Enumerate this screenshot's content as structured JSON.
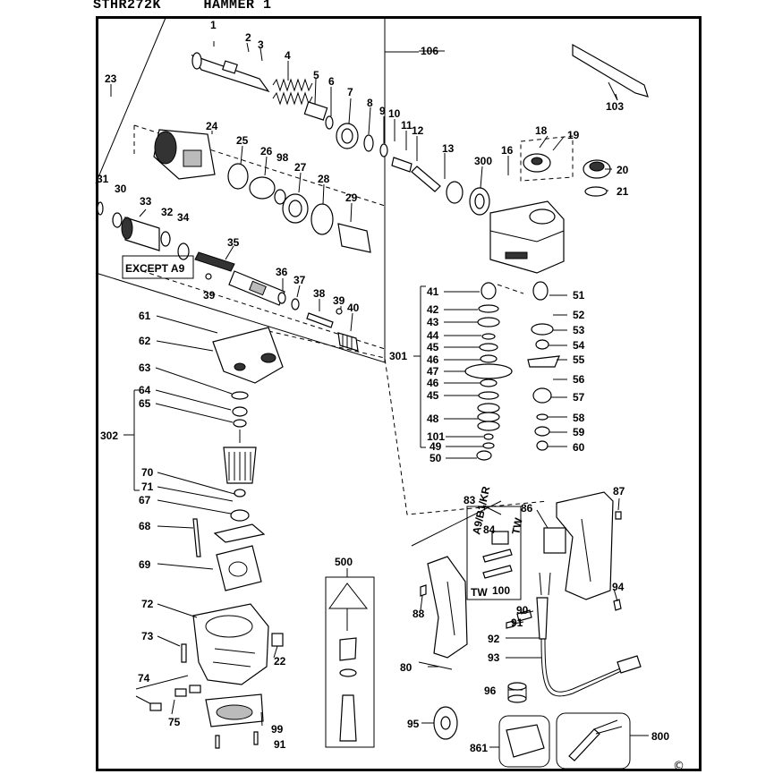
{
  "header": {
    "model": "STHR272K",
    "sheet": "HAMMER 1"
  },
  "callouts": {
    "c1": "1",
    "c2": "2",
    "c3": "3",
    "c4": "4",
    "c5": "5",
    "c6": "6",
    "c7": "7",
    "c8": "8",
    "c9": "9",
    "c10": "10",
    "c11": "11",
    "c12": "12",
    "c13": "13",
    "c16": "16",
    "c18": "18",
    "c19": "19",
    "c20": "20",
    "c21": "21",
    "c22": "22",
    "c23": "23",
    "c24": "24",
    "c25": "25",
    "c26": "26",
    "c27": "27",
    "c28": "28",
    "c29": "29",
    "c30": "30",
    "c31": "31",
    "c32": "32",
    "c33": "33",
    "c34": "34",
    "c35": "35",
    "c36": "36",
    "c37": "37",
    "c38": "38",
    "c39a": "39",
    "c39b": "39",
    "c40": "40",
    "c41": "41",
    "c42": "42",
    "c43": "43",
    "c44": "44",
    "c45a": "45",
    "c46a": "46",
    "c47": "47",
    "c46b": "46",
    "c45b": "45",
    "c48": "48",
    "c101": "101",
    "c49": "49",
    "c50": "50",
    "c51": "51",
    "c52": "52",
    "c53": "53",
    "c54": "54",
    "c55": "55",
    "c56": "56",
    "c57": "57",
    "c58": "58",
    "c59": "59",
    "c60": "60",
    "c61": "61",
    "c62": "62",
    "c63": "63",
    "c64": "64",
    "c65": "65",
    "c67": "67",
    "c68": "68",
    "c69": "69",
    "c70": "70",
    "c71": "71",
    "c72": "72",
    "c73": "73",
    "c74": "74",
    "c75": "75",
    "c80": "80",
    "c83": "83",
    "c84": "84",
    "c86": "86",
    "c87": "87",
    "c88": "88",
    "c90": "90",
    "c91a": "91",
    "c91b": "91",
    "c92": "92",
    "c93": "93",
    "c94": "94",
    "c95": "95",
    "c96": "96",
    "c98": "98",
    "c99": "99",
    "c100": "100",
    "c103": "103",
    "c106": "106",
    "c300": "300",
    "c301": "301",
    "c302": "302",
    "c500": "500",
    "c800": "800",
    "c861": "861"
  },
  "notes": {
    "except_a9": "EXCEPT A9",
    "a9_b1_kr": "A9/B1/KR",
    "tw_top": "TW",
    "tw_bottom": "TW",
    "copyright": "©"
  }
}
